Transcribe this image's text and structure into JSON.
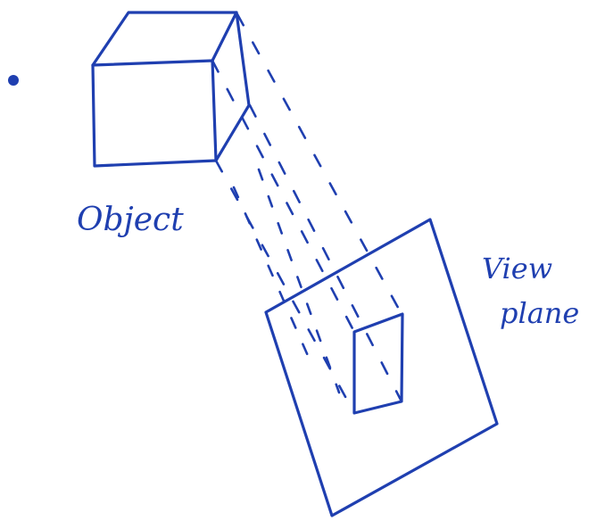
{
  "labels": {
    "object": "Object",
    "view_line1": "View",
    "view_line2": "plane"
  },
  "colors": {
    "ink": "#1f3fb0",
    "background": "#ffffff"
  }
}
